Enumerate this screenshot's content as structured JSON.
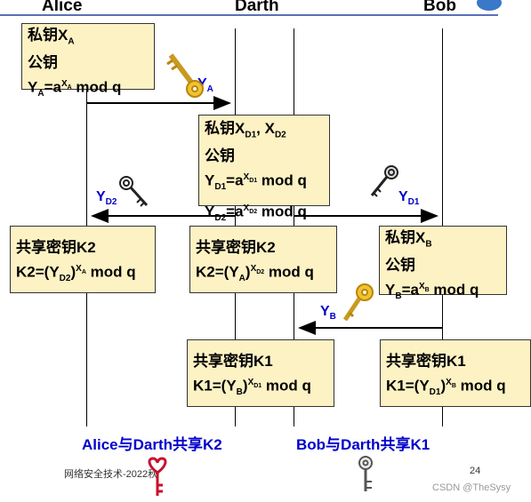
{
  "actors": {
    "alice": "Alice",
    "darth": "Darth",
    "bob": "Bob"
  },
  "boxes": {
    "alice_keys": {
      "private_label": "私钥",
      "private_var": "X",
      "private_sub": "A",
      "public_label": "公钥",
      "y": "Y",
      "y_sub": "A",
      "eq": "=a",
      "exp": "X",
      "exp_sub": "A",
      "mod": " mod q"
    },
    "darth_keys": {
      "private_label": "私钥",
      "private_var1": "X",
      "sub1": "D1",
      "sep": ", ",
      "private_var2": "X",
      "sub2": "D2",
      "public_label": "公钥",
      "row1": {
        "y": "Y",
        "y_sub": "D1",
        "eq": "=a",
        "exp": "X",
        "exp_sub": "D1",
        "mod": " mod q"
      },
      "row2": {
        "y": "Y",
        "y_sub": "D2",
        "eq": "=a",
        "exp": "X",
        "exp_sub": "D2",
        "mod": " mod q"
      }
    },
    "bob_keys": {
      "private_label": "私钥",
      "private_var": "X",
      "private_sub": "B",
      "public_label": "公钥",
      "y": "Y",
      "y_sub": "B",
      "eq": "=a",
      "exp": "X",
      "exp_sub": "B",
      "mod": " mod q"
    },
    "alice_k2": {
      "title": "共享密钥K2",
      "prefix": "K2=(Y",
      "y_sub": "D2",
      "close": ")",
      "exp": "X",
      "exp_sub": "A",
      "mod": " mod q"
    },
    "darth_k2": {
      "title": "共享密钥K2",
      "prefix": "K2=(Y",
      "y_sub": "A",
      "close": ")",
      "exp": "X",
      "exp_sub": "D2",
      "mod": " mod q"
    },
    "darth_k1": {
      "title": "共享密钥K1",
      "prefix": "K1=(Y",
      "y_sub": "B",
      "close": ")",
      "exp": "X",
      "exp_sub": "D1",
      "mod": " mod q"
    },
    "bob_k1": {
      "title": "共享密钥K1",
      "prefix": "K1=(Y",
      "y_sub": "D1",
      "close": ")",
      "exp": "X",
      "exp_sub": "B",
      "mod": " mod q"
    }
  },
  "messages": {
    "ya": {
      "var": "Y",
      "sub": "A"
    },
    "yd2": {
      "var": "Y",
      "sub": "D2"
    },
    "yd1": {
      "var": "Y",
      "sub": "D1"
    },
    "yb": {
      "var": "Y",
      "sub": "B"
    }
  },
  "captions": {
    "left": "Alice与Darth共享K2",
    "right": "Bob与Darth共享K1"
  },
  "footer": {
    "course": "网络安全技术-2022秋",
    "page": "24"
  },
  "watermark": "CSDN @TheSysy",
  "icons": [
    "gold-key-icon",
    "black-key-icon",
    "black-key-icon",
    "gold-key-icon",
    "red-key-icon",
    "gray-key-icon"
  ],
  "colors": {
    "box_fill": "#fdf2c4",
    "label_blue": "#0000cc",
    "top_rule": "#5b6fb8"
  }
}
